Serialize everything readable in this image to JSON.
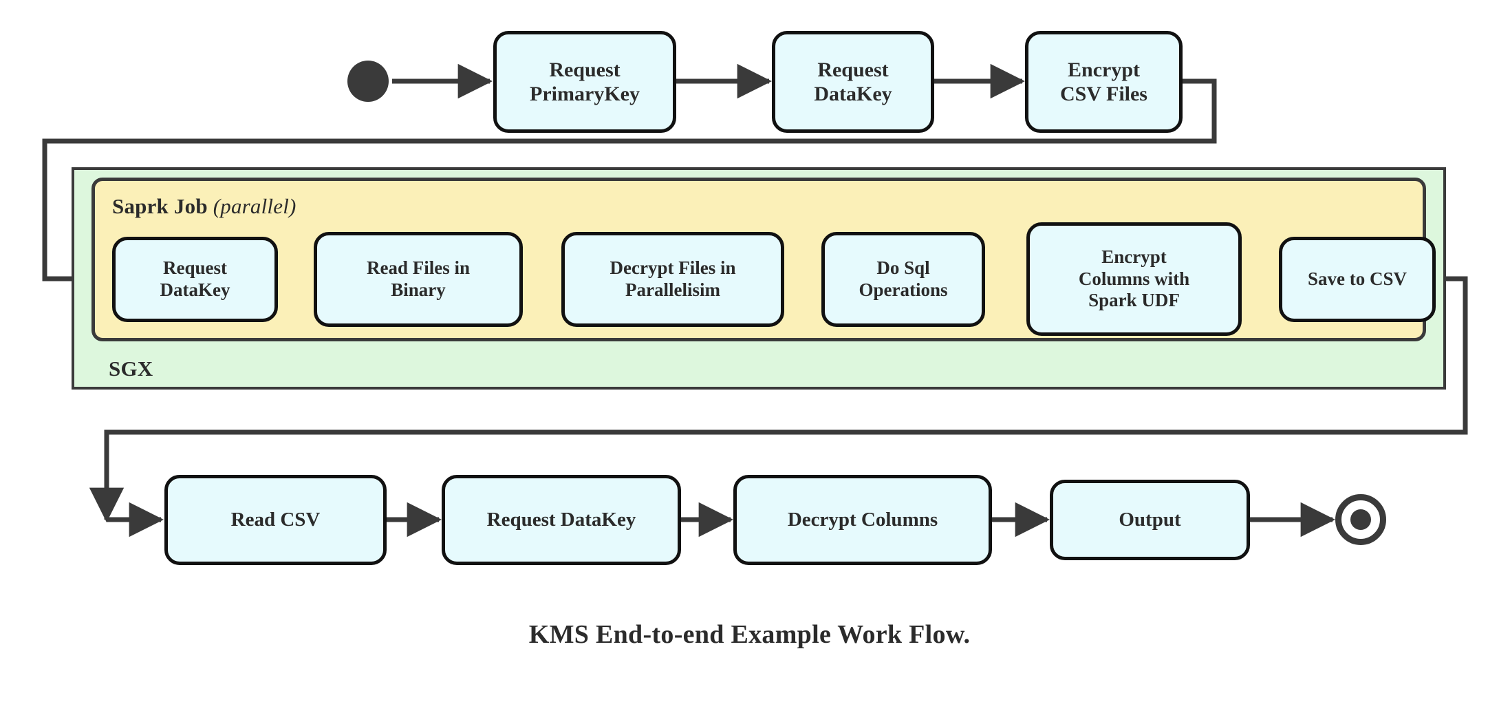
{
  "diagram": {
    "title": "KMS End-to-end Example Work Flow.",
    "colors": {
      "node_fill": "#e6fafd",
      "node_stroke": "#111111",
      "spark_fill": "#fbf0b8",
      "sgx_fill": "#ddf7dd",
      "wire": "#3a3a3a",
      "text": "#2b2b2b"
    },
    "markers": {
      "start_name": "start-node",
      "end_name": "end-node"
    },
    "regions": {
      "sgx": {
        "label": "SGX"
      },
      "spark": {
        "label_bold": "Saprk Job",
        "label_italic": "(parallel)"
      }
    },
    "rows": {
      "top": {
        "name": "top-flow-row",
        "nodes": [
          {
            "id": "request-primarykey",
            "lines": [
              "Request",
              "PrimaryKey"
            ]
          },
          {
            "id": "request-datakey-top",
            "lines": [
              "Request",
              "DataKey"
            ]
          },
          {
            "id": "encrypt-csv-files",
            "lines": [
              "Encrypt",
              "CSV Files"
            ]
          }
        ]
      },
      "spark": {
        "name": "spark-job-row",
        "nodes": [
          {
            "id": "request-datakey-spark",
            "lines": [
              "Request",
              "DataKey"
            ]
          },
          {
            "id": "read-files-in-binary",
            "lines": [
              "Read Files in",
              "Binary"
            ]
          },
          {
            "id": "decrypt-files-in-parallelisim",
            "lines": [
              "Decrypt Files in",
              "Parallelisim"
            ]
          },
          {
            "id": "do-sql-operations",
            "lines": [
              "Do Sql",
              "Operations"
            ]
          },
          {
            "id": "encrypt-columns-with-spark-udf",
            "lines": [
              "Encrypt",
              "Columns with",
              "Spark UDF"
            ]
          },
          {
            "id": "save-to-csv",
            "lines": [
              "Save to CSV"
            ]
          }
        ]
      },
      "bottom": {
        "name": "bottom-flow-row",
        "nodes": [
          {
            "id": "read-csv",
            "lines": [
              "Read CSV"
            ]
          },
          {
            "id": "request-datakey-bottom",
            "lines": [
              "Request DataKey"
            ]
          },
          {
            "id": "decrypt-columns",
            "lines": [
              "Decrypt Columns"
            ]
          },
          {
            "id": "output",
            "lines": [
              "Output"
            ]
          }
        ]
      }
    },
    "edges": [
      {
        "from": "start-node",
        "to": "request-primarykey"
      },
      {
        "from": "request-primarykey",
        "to": "request-datakey-top"
      },
      {
        "from": "request-datakey-top",
        "to": "encrypt-csv-files"
      },
      {
        "from": "encrypt-csv-files",
        "to": "request-datakey-spark"
      },
      {
        "from": "request-datakey-spark",
        "to": "read-files-in-binary"
      },
      {
        "from": "read-files-in-binary",
        "to": "decrypt-files-in-parallelisim"
      },
      {
        "from": "decrypt-files-in-parallelisim",
        "to": "do-sql-operations"
      },
      {
        "from": "do-sql-operations",
        "to": "encrypt-columns-with-spark-udf"
      },
      {
        "from": "encrypt-columns-with-spark-udf",
        "to": "save-to-csv"
      },
      {
        "from": "save-to-csv",
        "to": "read-csv"
      },
      {
        "from": "read-csv",
        "to": "request-datakey-bottom"
      },
      {
        "from": "request-datakey-bottom",
        "to": "decrypt-columns"
      },
      {
        "from": "decrypt-columns",
        "to": "output"
      },
      {
        "from": "output",
        "to": "end-node"
      }
    ]
  }
}
